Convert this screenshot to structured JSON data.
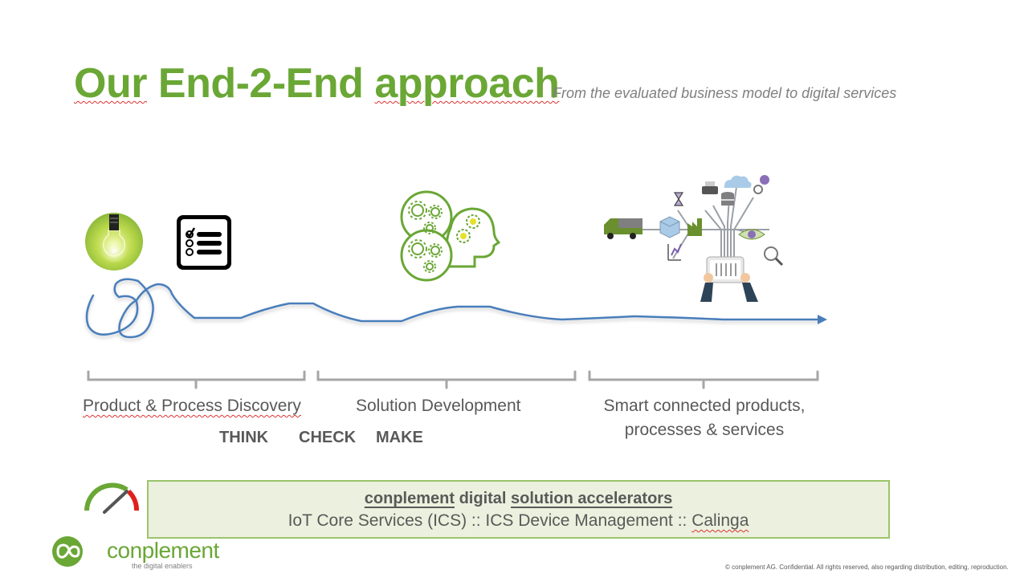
{
  "slide": {
    "title_words": [
      "Our",
      "End-2-End",
      "approach"
    ],
    "subtitle": "From the evaluated business model to digital services"
  },
  "icons": {
    "idea": "light-bulb-icon",
    "checklist": "checklist-icon",
    "thinking": "gears-head-icon",
    "iot": "connected-devices-icon",
    "speed": "speedometer-icon"
  },
  "phases": [
    {
      "label": "Product & Process Discovery"
    },
    {
      "label": "Solution Development"
    },
    {
      "label_line1": "Smart connected products,",
      "label_line2": "processes & services"
    }
  ],
  "steps": [
    "THINK",
    "CHECK",
    "MAKE"
  ],
  "accelerators": {
    "title_brand": "conplement",
    "title_rest_1": "digital",
    "title_rest_2": "solution accelerators",
    "items_text": "IoT Core Services (ICS) :: ICS Device Management :: ",
    "last_item": "Calinga"
  },
  "footer": {
    "logo_name": "conplement",
    "logo_tagline": "the digital enablers",
    "copyright": "© conplement AG. Confidential. All rights reserved, also regarding distribution, editing, reproduction."
  },
  "colors": {
    "brand_green": "#6aa735",
    "text_gray": "#595959",
    "line_blue": "#4a7ebb",
    "box_fill": "#ebf1de",
    "box_border": "#9bc46b"
  }
}
